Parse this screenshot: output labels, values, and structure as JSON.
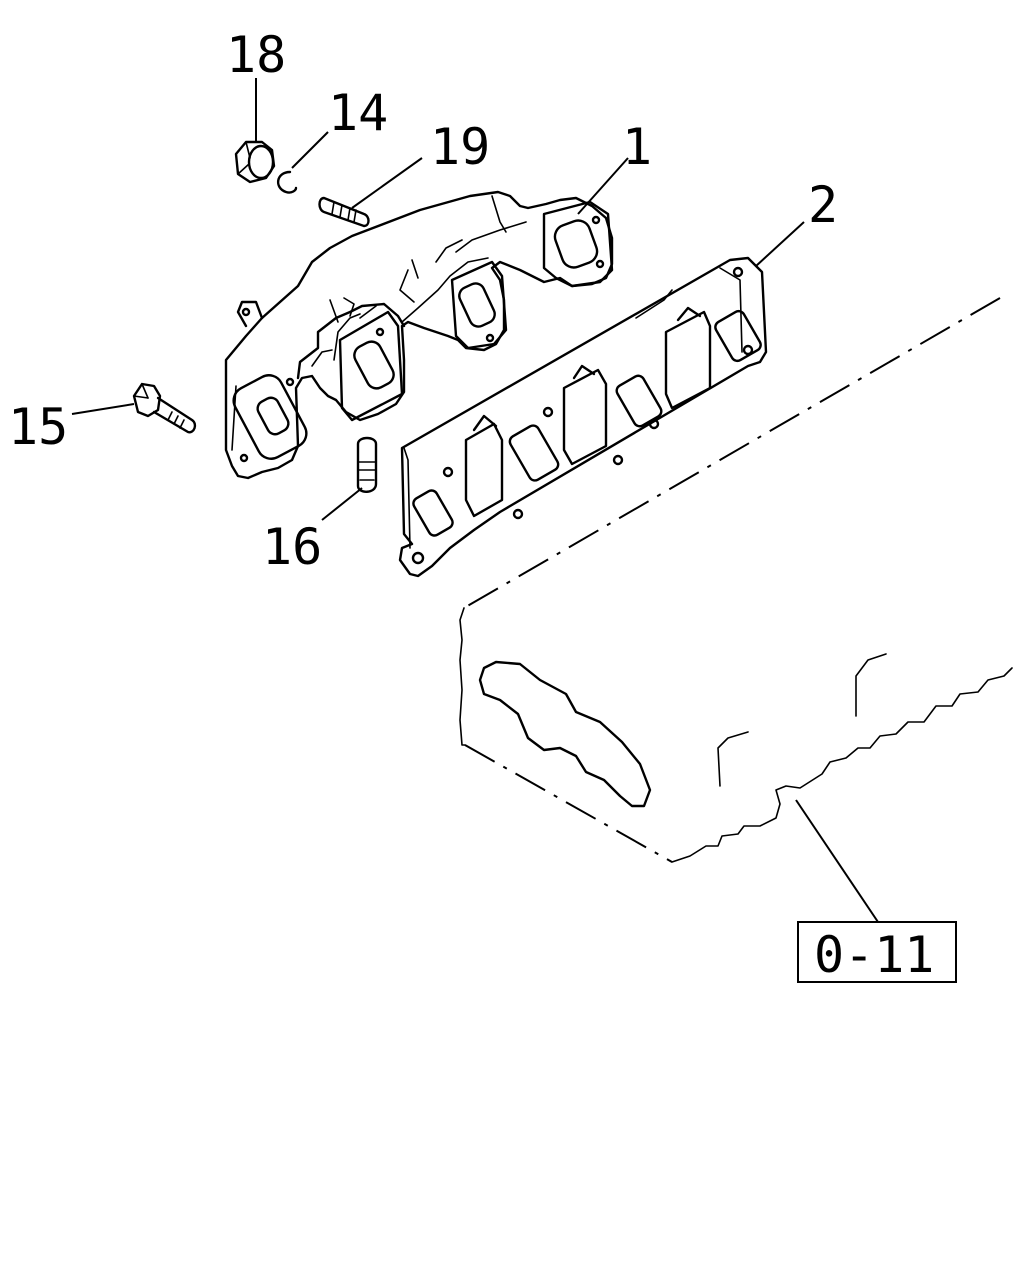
{
  "callouts": {
    "c18": "18",
    "c14": "14",
    "c19": "19",
    "c1": "1",
    "c2": "2",
    "c15": "15",
    "c16": "16"
  },
  "reference_box": {
    "label": "0-11"
  },
  "colors": {
    "line": "#000000",
    "background": "#ffffff"
  }
}
